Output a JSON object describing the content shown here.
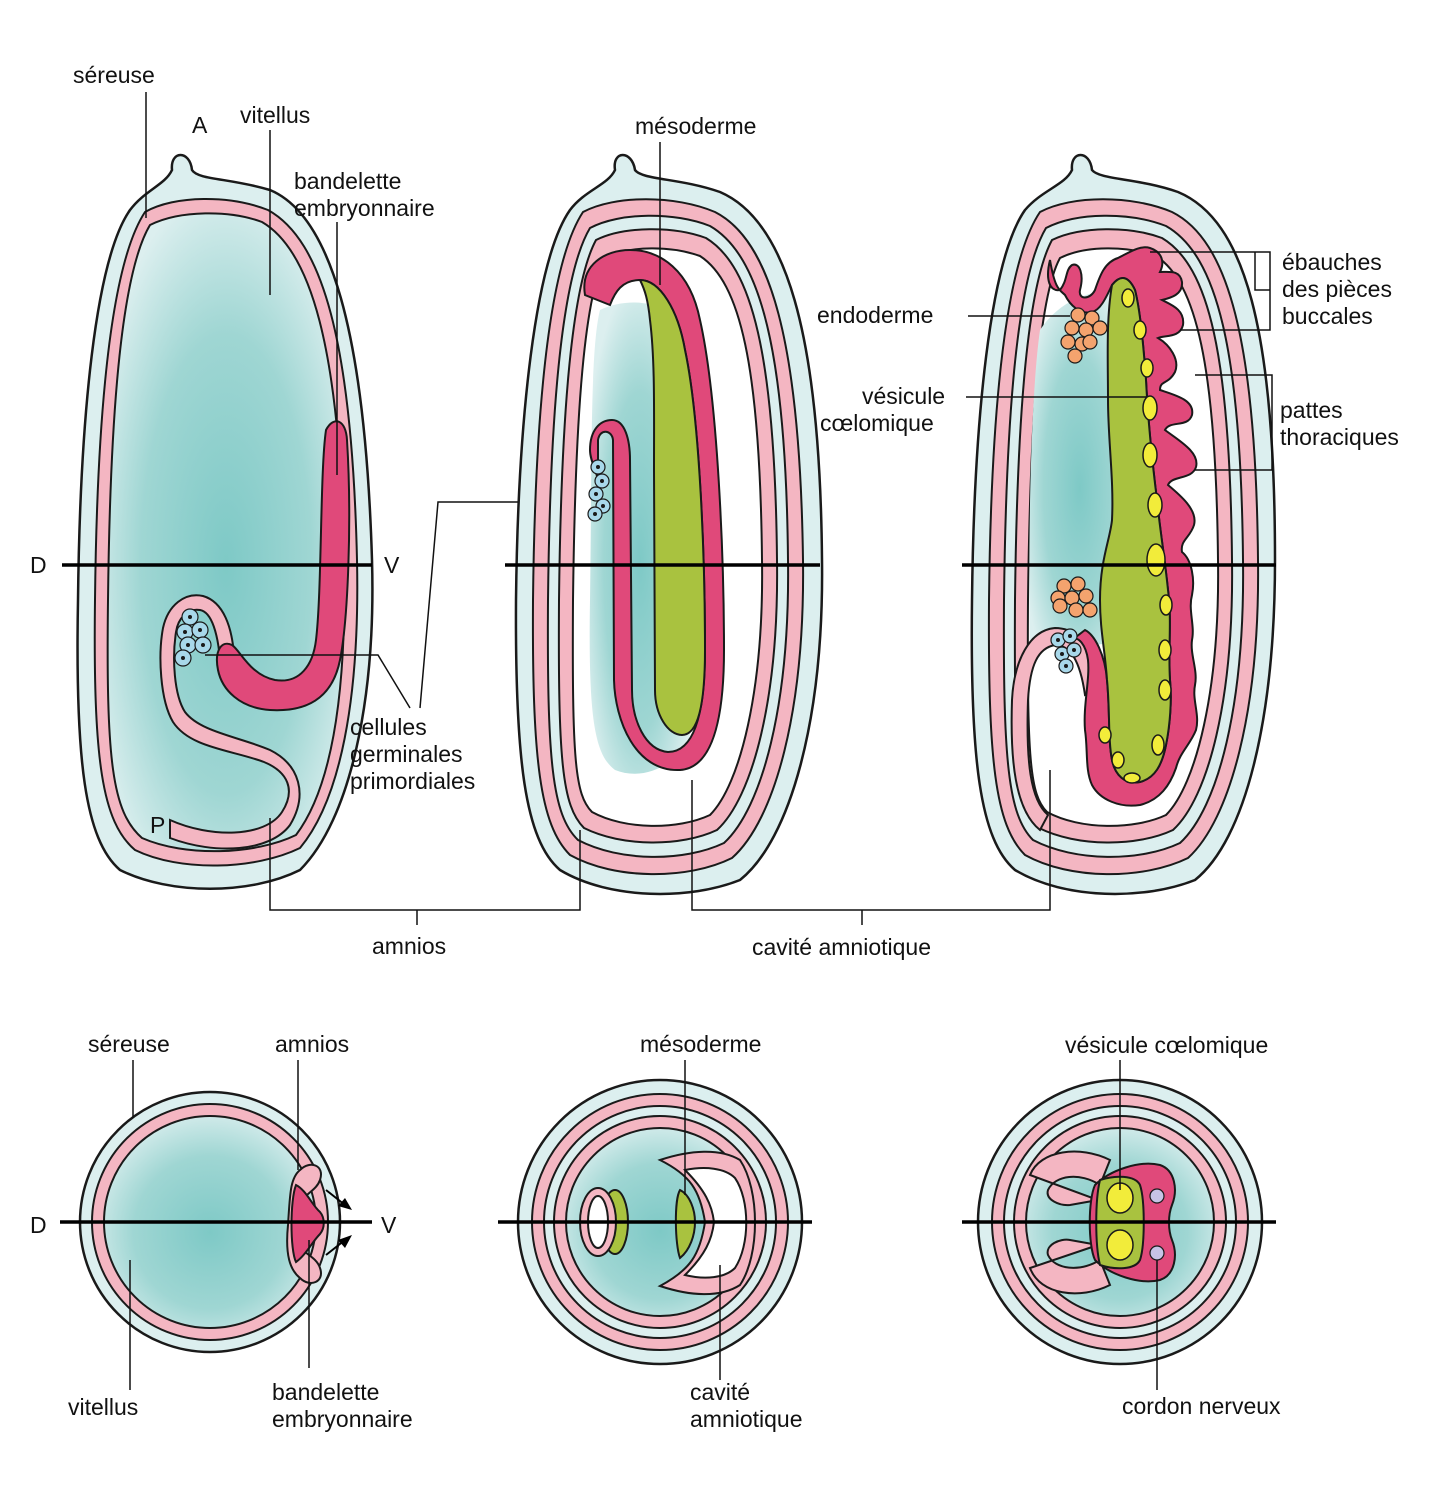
{
  "top_row": {
    "fig1": {
      "sereuse": "séreuse",
      "A": "A",
      "vitellus": "vitellus",
      "bandelette_line1": "bandelette",
      "bandelette_line2": "embryonnaire",
      "D": "D",
      "V": "V",
      "P": "P",
      "cellules_line1": "cellules",
      "cellules_line2": "germinales",
      "cellules_line3": "primordiales"
    },
    "fig2": {
      "mesoderme": "mésoderme"
    },
    "fig3": {
      "endoderme": "endoderme",
      "vesicule_line1": "vésicule",
      "vesicule_line2": "cœlomique",
      "ebauches_line1": "ébauches",
      "ebauches_line2": "des pièces",
      "ebauches_line3": "buccales",
      "pattes_line1": "pattes",
      "pattes_line2": "thoraciques"
    },
    "amnios": "amnios",
    "cavite_amniotique": "cavité amniotique"
  },
  "bottom_row": {
    "fig1": {
      "sereuse": "séreuse",
      "amnios": "amnios",
      "D": "D",
      "V": "V",
      "vitellus": "vitellus",
      "bandelette_line1": "bandelette",
      "bandelette_line2": "embryonnaire"
    },
    "fig2": {
      "mesoderme": "mésoderme",
      "cavite_line1": "cavité",
      "cavite_line2": "amniotique"
    },
    "fig3": {
      "vesicule": "vésicule cœlomique",
      "cordon": "cordon nerveux"
    }
  },
  "colors": {
    "shell": "#dcefef",
    "yolk": "#7ec9c6",
    "serosa_amnion": "#f4b6c2",
    "germ_band": "#e0497a",
    "mesoderm": "#a9c23f",
    "coelomic_vesicle": "#f2ec3a",
    "endoderm": "#f4a36e",
    "germ_cells": "#a8d8ea",
    "nerve_cord": "#c7c3e6"
  }
}
